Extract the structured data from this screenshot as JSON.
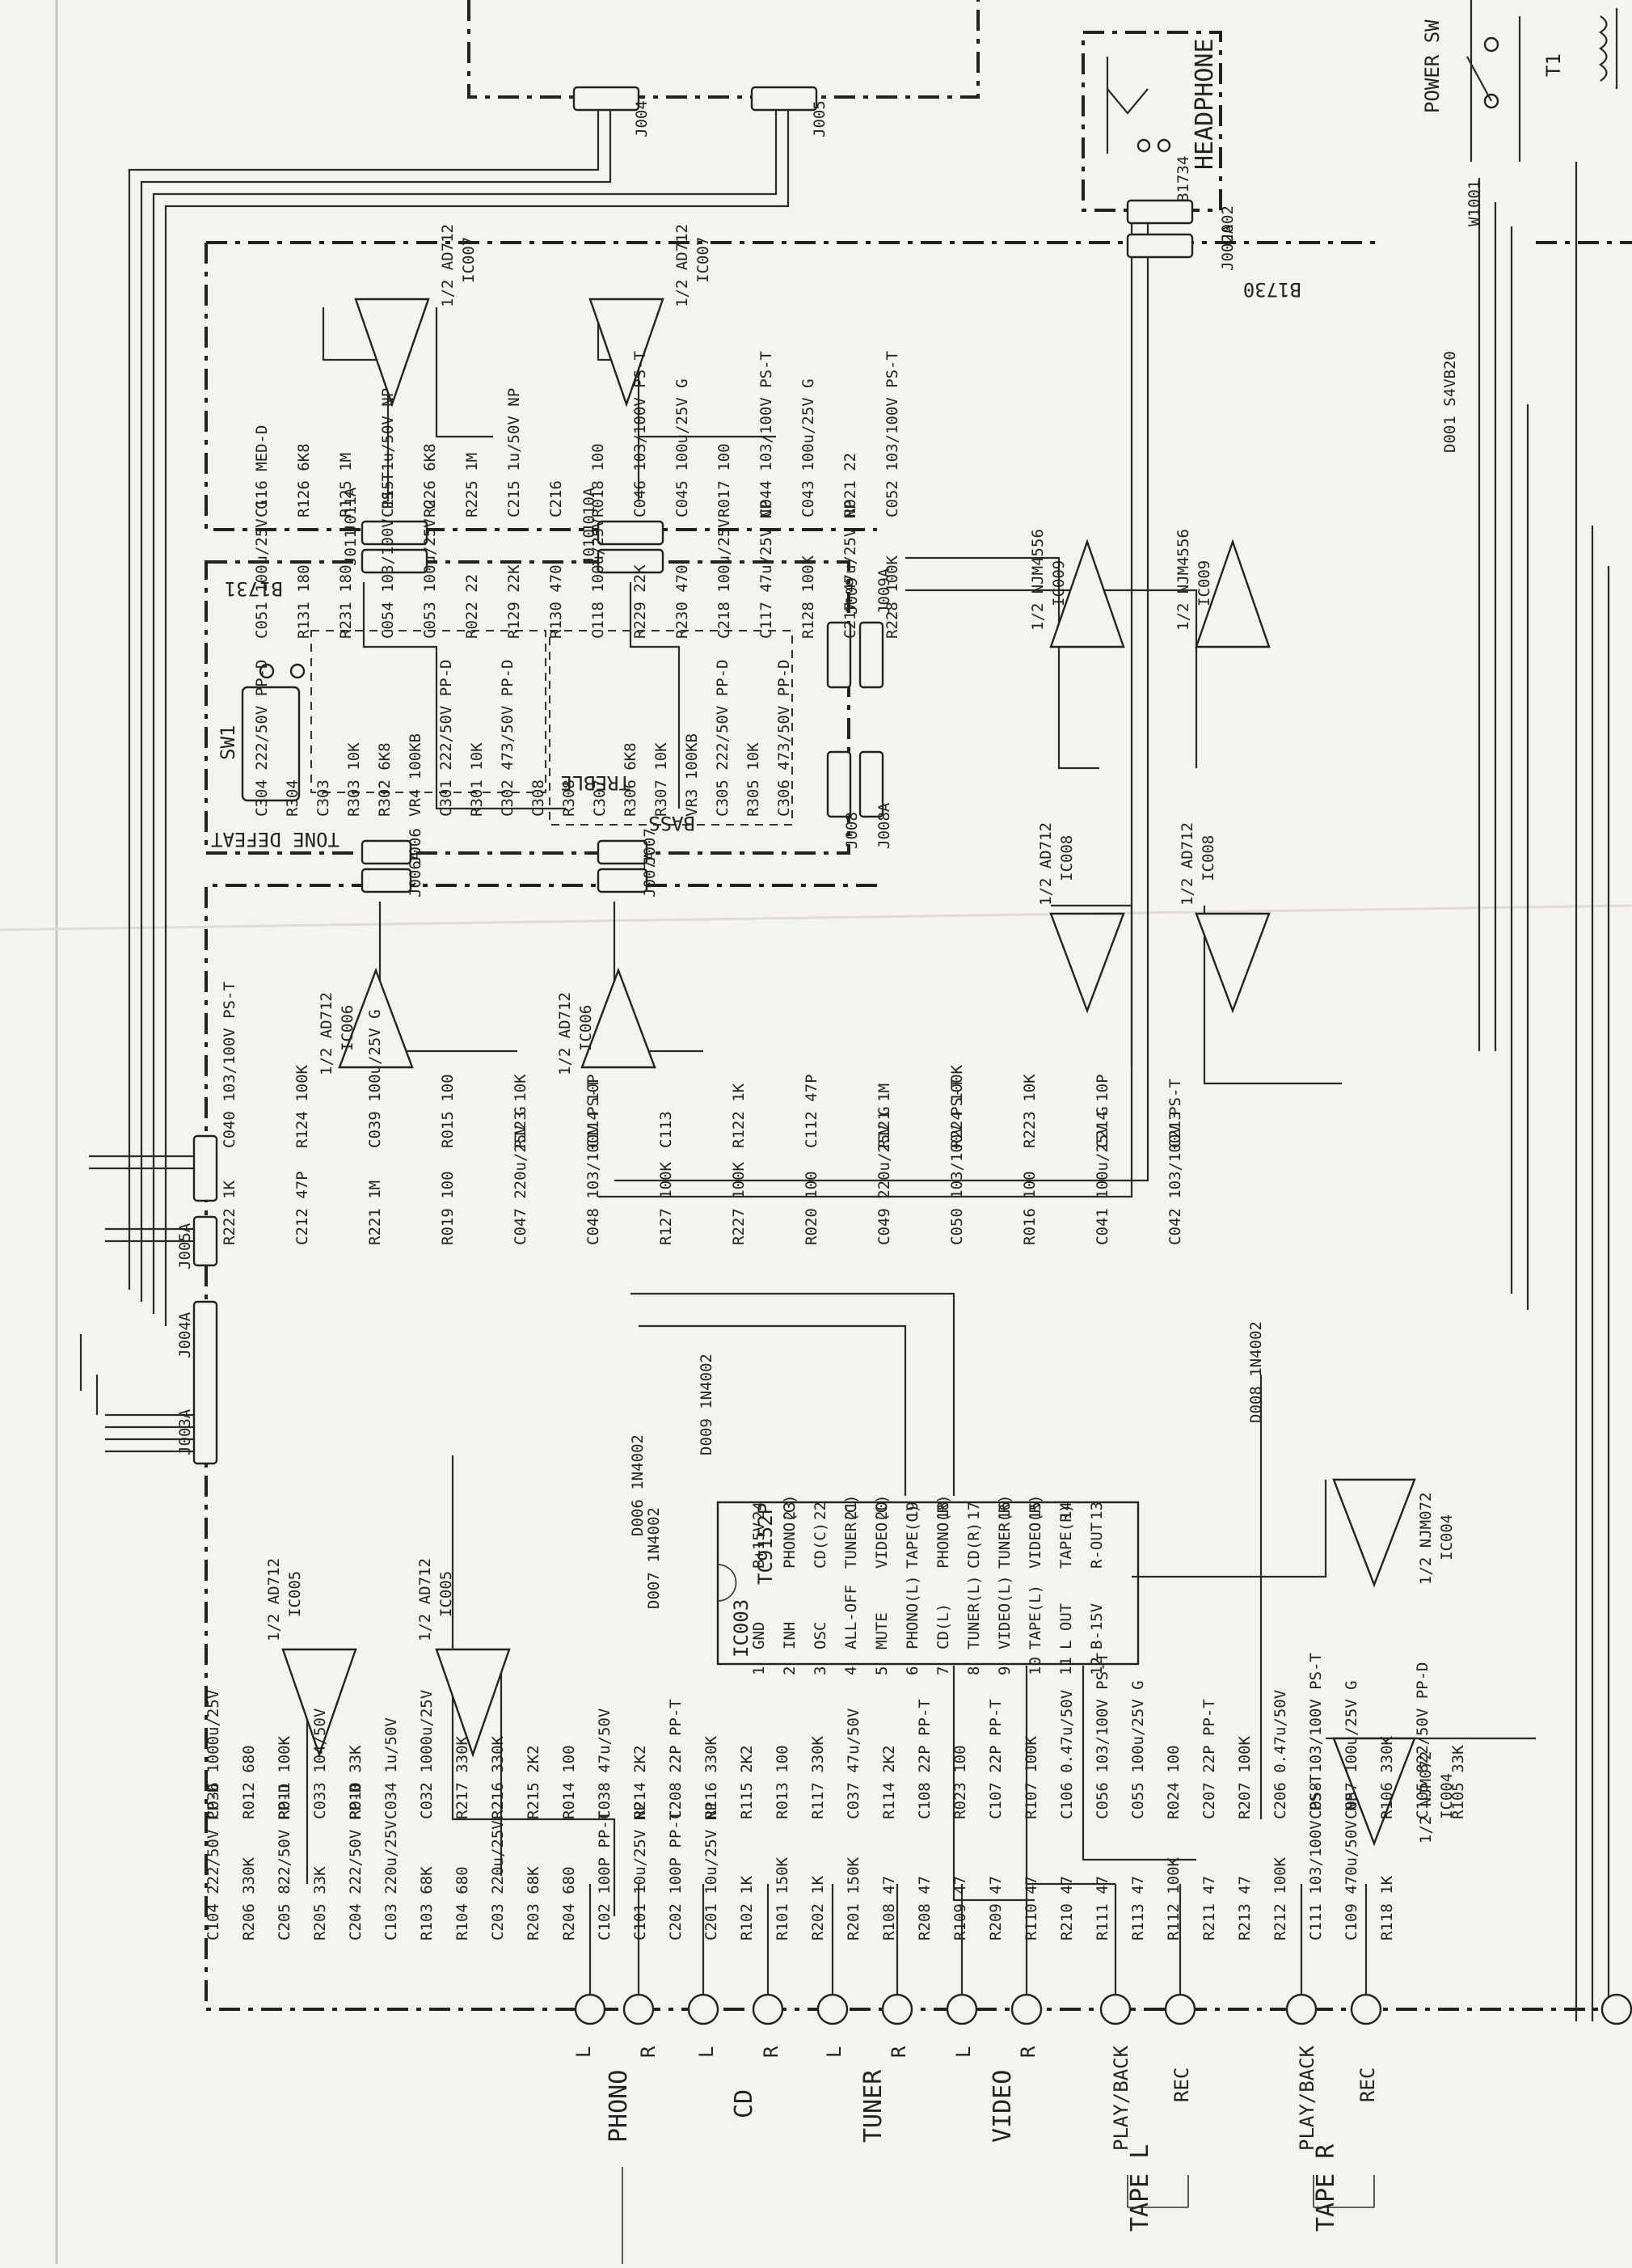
{
  "page": {
    "background": "#f4f3ef",
    "ink": "#222222"
  },
  "boards": {
    "main": "B1730",
    "tone": "B1731",
    "headphone": "B1734"
  },
  "controls": {
    "headphone": "HEADPHONE",
    "power_sw": "POWER SW",
    "transformer": "T1",
    "tone_defeat": "TONE DEFEAT",
    "sw1": "SW1",
    "bass": "BASS",
    "treble": "TREBLE"
  },
  "inputs": [
    {
      "group": "PHONO",
      "channels": [
        "L",
        "R"
      ]
    },
    {
      "group": "CD",
      "channels": [
        "L",
        "R"
      ]
    },
    {
      "group": "TUNER",
      "channels": [
        "L",
        "R"
      ]
    },
    {
      "group": "VIDEO",
      "channels": [
        "L",
        "R"
      ]
    },
    {
      "group": "TAPE L",
      "channels": [
        "PLAY/BACK",
        "REC"
      ]
    },
    {
      "group": "TAPE R",
      "channels": [
        "PLAY/BACK",
        "REC"
      ]
    }
  ],
  "ics": [
    {
      "ref": "IC007",
      "part": "1/2 AD712"
    },
    {
      "ref": "IC007",
      "part": "1/2 AD712"
    },
    {
      "ref": "IC009",
      "part": "1/2 NJM4556"
    },
    {
      "ref": "IC009",
      "part": "1/2 NJM4556"
    },
    {
      "ref": "IC006",
      "part": "1/2 AD712"
    },
    {
      "ref": "IC006",
      "part": "1/2 AD712"
    },
    {
      "ref": "IC008",
      "part": "1/2 AD712"
    },
    {
      "ref": "IC008",
      "part": "1/2 AD712"
    },
    {
      "ref": "IC005",
      "part": "1/2 AD712"
    },
    {
      "ref": "IC005",
      "part": "1/2 AD712"
    },
    {
      "ref": "IC004",
      "part": "1/2 NJM072"
    },
    {
      "ref": "IC004",
      "part": "1/2 NJM072"
    }
  ],
  "selector_ic": {
    "ref": "IC003",
    "part": "TC9152P",
    "pins_left": [
      "GND",
      "INH",
      "OSC",
      "ALL-OFF",
      "MUTE",
      "PHONO(L)",
      "CD(L)",
      "TUNER(L)",
      "VIDEO(L)",
      "TAPE(L)",
      "L OUT",
      "B-15V"
    ],
    "pins_left_num": [
      "1",
      "2",
      "3",
      "4",
      "5",
      "6",
      "7",
      "8",
      "9",
      "10",
      "11",
      "12"
    ],
    "pins_right": [
      "B+15V",
      "PHONO(C)",
      "CD(C)",
      "TUNER(C)",
      "VIDEO(C)",
      "TAPE(C)",
      "PHONO(R)",
      "CD(R)",
      "TUNER(R)",
      "VIDEO(R)",
      "TAPE(R)",
      "R-OUT"
    ],
    "pins_right_num": [
      "24",
      "23",
      "22",
      "21",
      "20",
      "19",
      "18",
      "17",
      "16",
      "15",
      "14",
      "13"
    ]
  },
  "connectors": [
    "J004",
    "J005",
    "J002",
    "J002A",
    "J011",
    "J011A",
    "J010",
    "J010A",
    "J009",
    "J009A",
    "J008",
    "J008A",
    "J006",
    "J006A",
    "J007",
    "J007A",
    "J005A",
    "J004A",
    "J003A",
    "W1001"
  ],
  "diodes": [
    {
      "ref": "D006",
      "part": "1N4002"
    },
    {
      "ref": "D007",
      "part": "1N4002"
    },
    {
      "ref": "D009",
      "part": "1N4002"
    },
    {
      "ref": "D008",
      "part": "1N4002"
    },
    {
      "ref": "D001",
      "part": "S4VB20"
    }
  ],
  "labels_top": [
    "C116 MED-D",
    "R126 6K8",
    "R125 1M",
    "C115 1u/50V NP",
    "R226 6K8",
    "R225 1M",
    "C215 1u/50V NP",
    "C216",
    "R018 100",
    "C046 103/100V PS-T",
    "C045 100u/25V G",
    "R017 100",
    "C044 103/100V PS-T",
    "C043 100u/25V G",
    "R021 22",
    "C052 103/100V PS-T",
    "C051 100u/25V G",
    "R131 180",
    "R231 180",
    "C054 103/100V PS-T",
    "C053 100u/25V G",
    "R022 22",
    "R129 22K",
    "R130 470",
    "C118 100u/25V",
    "R229 22K",
    "R230 470",
    "C218 100u/25V",
    "C117 47u/25V NP",
    "R128 100K",
    "C217 47u/25V NP",
    "R228 100K"
  ],
  "labels_tone": [
    "C304 222/50V PP-D",
    "R304",
    "C303",
    "R303 10K",
    "R302 6K8",
    "VR4 100KB",
    "C301 222/50V PP-D",
    "R301 10K",
    "C302 473/50V PP-D",
    "C308",
    "R308",
    "C307",
    "R306 6K8",
    "R307 10K",
    "VR3 100KB",
    "C305 222/50V PP-D",
    "R305 10K",
    "C306 473/50V PP-D"
  ],
  "labels_mid": [
    "C040 103/100V PS-T",
    "R124 100K",
    "C039 100u/25V G",
    "R015 100",
    "R123 10K",
    "C114 10P",
    "C113",
    "R122 1K",
    "C112 47P",
    "R121 1M",
    "R224 100K",
    "R223 10K",
    "C214 10P",
    "C213",
    "R222 1K",
    "C212 47P",
    "R221 1M",
    "R019 100",
    "C047 220u/25V G",
    "C048 103/100V PS-T",
    "R127 100K",
    "R227 100K",
    "R020 100",
    "C049 220u/25V G",
    "C050 103/100V PS-T",
    "R016 100",
    "C041 100u/25V G",
    "C042 103/100V PS-T"
  ],
  "labels_bottom": [
    "C036 1000u/25V",
    "R012 680",
    "R011 100K",
    "C033 104/50V",
    "R010 33K",
    "C034 1u/50V",
    "C032 1000u/25V",
    "R217 330K",
    "R216 330K",
    "R215 2K2",
    "R014 100",
    "C038 47u/50V",
    "R214 2K2",
    "C208 22P PP-T",
    "R116 330K",
    "R115 2K2",
    "R013 100",
    "R117 330K",
    "C037 47u/50V",
    "R114 2K2",
    "C108 22P PP-T",
    "R023 100",
    "C107 22P PP-T",
    "R107 100K",
    "C106 0.47u/50V",
    "C056 103/100V PS-T",
    "C055 100u/25V G",
    "R024 100",
    "C207 22P PP-T",
    "R207 100K",
    "C206 0.47u/50V",
    "C058 103/100V PS-T",
    "C057 100u/25V G",
    "R106 330K",
    "C105 822/50V PP-D",
    "R105 33K",
    "C104 222/50V PP-D",
    "R206 330K",
    "C205 822/50V PP-D",
    "R205 33K",
    "C204 222/50V PP-D",
    "C103 220u/25V",
    "R103 68K",
    "R104 680",
    "C203 220u/25V",
    "R203 68K",
    "R204 680",
    "C102 100P PP-T",
    "C101 10u/25V NP",
    "C202 100P PP-T",
    "C201 10u/25V NP",
    "R102 1K",
    "R101 150K",
    "R202 1K",
    "R201 150K",
    "R108 47",
    "R208 47",
    "R109 47",
    "R209 47",
    "R110 47",
    "R210 47",
    "R111 47",
    "R113 47",
    "R112 100K",
    "R211 47",
    "R213 47",
    "R212 100K",
    "C111 103/100V PS-T",
    "C109 470u/50V NP",
    "R118 1K"
  ]
}
